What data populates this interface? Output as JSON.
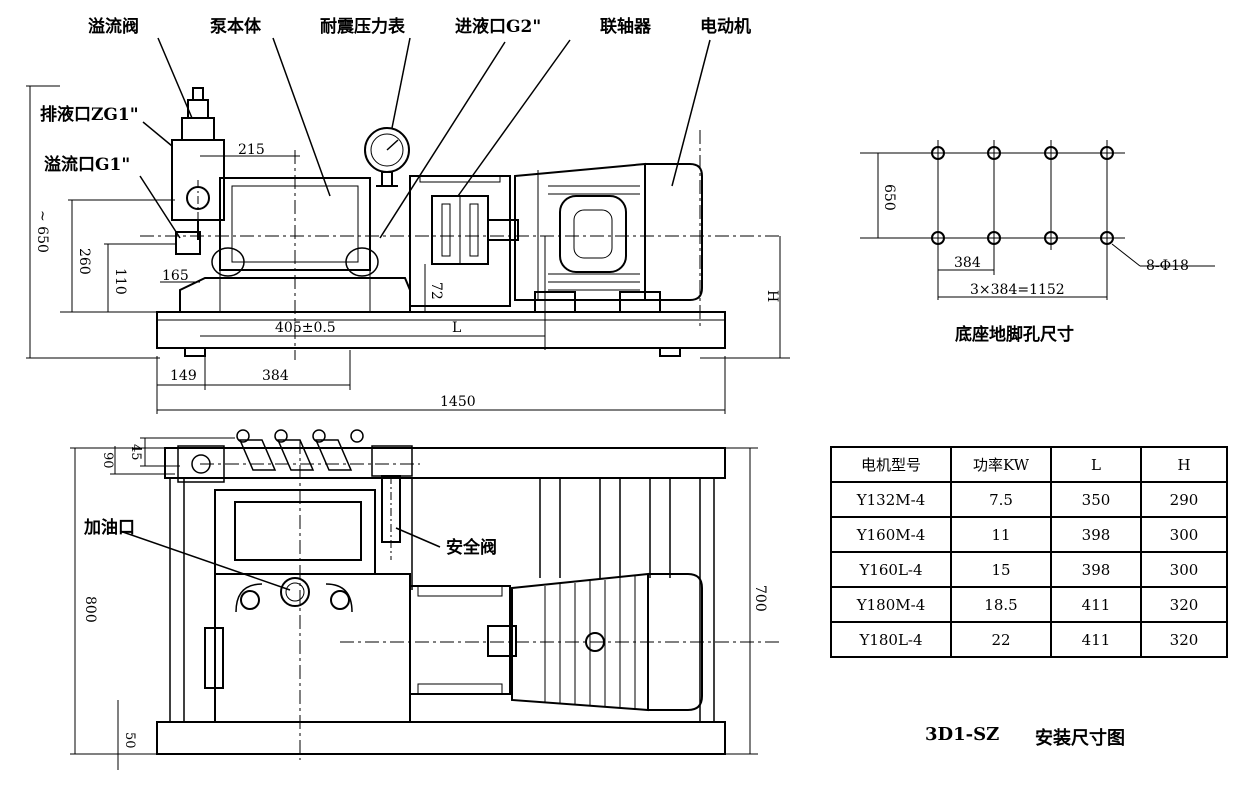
{
  "top_view_labels": {
    "overflow_valve": "溢流阀",
    "pump_body": "泵本体",
    "gauge": "耐震压力表",
    "inlet": "进液口G2\"",
    "coupling": "联轴器",
    "motor": "电动机",
    "outlet": "排液口ZG1\"",
    "overflow_port": "溢流口G1\""
  },
  "top_view_dims": {
    "d215": "215",
    "d650": "~ 650",
    "d260": "260",
    "d110": "110",
    "d165": "165",
    "d72": "72",
    "d405": "405±0.5",
    "dL": "L",
    "dH": "H",
    "d149": "149",
    "d384": "384",
    "d1450": "1450"
  },
  "bottom_view": {
    "oil_port": "加油口",
    "safety_valve": "安全阀",
    "d45": "45",
    "d90": "90",
    "d800": "800",
    "d700": "700",
    "d50": "50"
  },
  "base_holes": {
    "d650": "650",
    "d384": "384",
    "d1152": "3×384=1152",
    "holes": "8-Φ18",
    "caption": "底座地脚孔尺寸"
  },
  "table": {
    "headers": [
      "电机型号",
      "功率KW",
      "L",
      "H"
    ],
    "rows": [
      [
        "Y132M-4",
        "7.5",
        "350",
        "290"
      ],
      [
        "Y160M-4",
        "11",
        "398",
        "300"
      ],
      [
        "Y160L-4",
        "15",
        "398",
        "300"
      ],
      [
        "Y180M-4",
        "18.5",
        "411",
        "320"
      ],
      [
        "Y180L-4",
        "22",
        "411",
        "320"
      ]
    ]
  },
  "footer": {
    "model": "3D1-SZ",
    "title": "安装尺寸图"
  }
}
